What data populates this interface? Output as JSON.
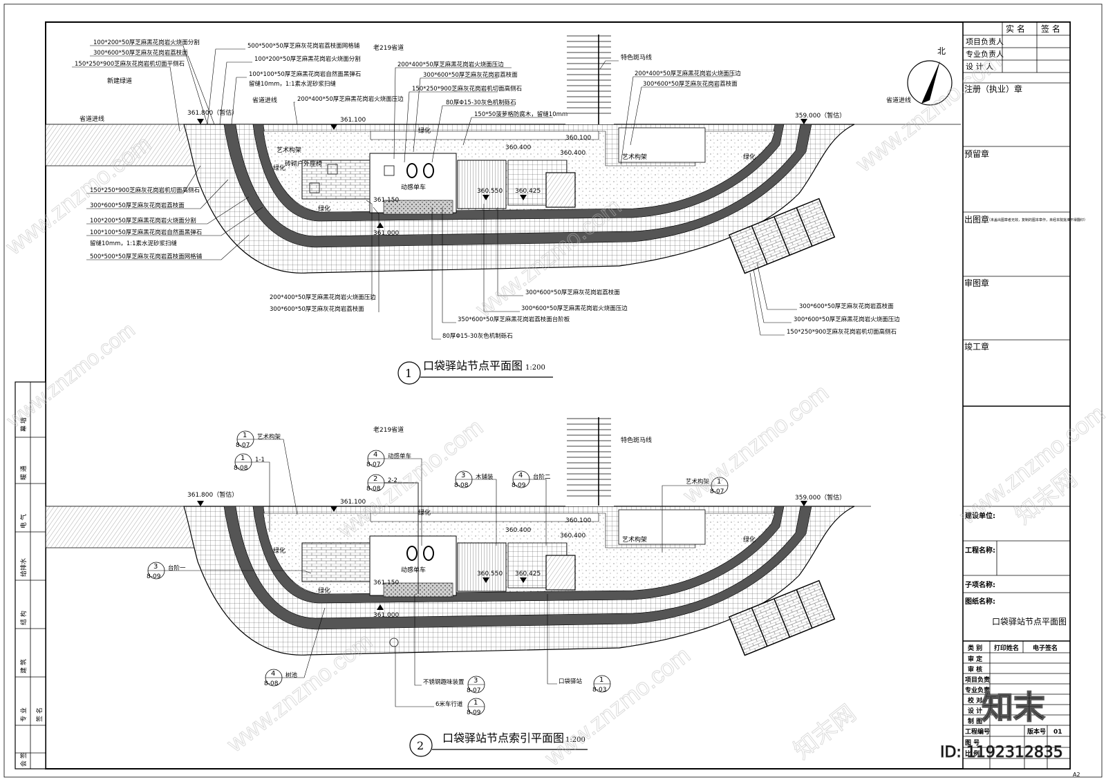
{
  "titles": {
    "plan1": "口袋驿站节点平面图",
    "plan1_num": "1",
    "plan1_scale": "1:200",
    "plan2": "口袋驿站节点索引平面图",
    "plan2_num": "2",
    "plan2_scale": "1:200"
  },
  "road_label": "老219省道",
  "north": "北",
  "plan1": {
    "elevations": [
      "361.800（暂估）",
      "361.100",
      "359.000（暂估）",
      "361.150",
      "361.000",
      "360.550",
      "360.425",
      "360.100",
      "360.400",
      "360.400"
    ],
    "labels": [
      "省道进线",
      "新建绿道",
      "省道进线",
      "省道进线",
      "特色斑马线",
      "绿化",
      "绿化",
      "绿化",
      "绿化",
      "艺术构架",
      "艺术构架",
      "动感单车",
      "砖砌户外座椅"
    ],
    "left_callouts": [
      "100*200*50厚芝麻黑花岗岩火烧面分割",
      "300*600*50厚芝麻灰花岗岩荔枝面",
      "150*250*900芝麻灰花岗岩机切面平侧石",
      "500*500*50厚芝麻灰花岗岩荔枝面网格铺",
      "100*200*50厚芝麻黑花岗岩火烧面分割",
      "100*100*50厚芝麻黑花岗岩自然面黑弹石",
      "留缝10mm，1:1素水泥砂浆扫缝",
      "200*400*50厚芝麻黑花岗岩火烧面压边",
      "150*250*900芝麻灰花岗岩机切面高侧石",
      "300*600*50厚芝麻灰花岗岩荔枝面",
      "100*200*50厚芝麻黑花岗岩火烧面分割",
      "100*100*50厚芝麻黑花岗岩自然面黑弹石",
      "留缝10mm，1:1素水泥砂浆扫缝",
      "500*500*50厚芝麻灰花岗岩荔枝面网格铺"
    ],
    "top_callouts": [
      "200*400*50厚芝麻黑花岗岩火烧面压边",
      "300*600*50厚芝麻灰花岗岩荔枝面",
      "150*250*900芝麻灰花岗岩机切面高侧石",
      "80厚Φ15-30灰色机制砾石",
      "150*50菠萝格防腐木，留缝10mm",
      "200*400*50厚芝麻黑花岗岩火烧面压边",
      "300*600*50厚芝麻灰花岗岩荔枝面"
    ],
    "bottom_callouts": [
      "200*400*50厚芝麻黑花岗岩火烧面压边",
      "300*600*50厚芝麻灰花岗岩荔枝面",
      "300*600*50厚芝麻灰花岗岩荔枝面",
      "300*600*50厚芝麻黑花岗岩火烧面压边",
      "350*600*50厚芝麻黑花岗岩荔枝面台阶板",
      "80厚Φ15-30灰色机制砾石"
    ],
    "right_callouts": [
      "300*600*50厚芝麻灰花岗岩荔枝面",
      "300*600*50厚芝麻黑花岗岩火烧面压边",
      "150*250*900芝麻灰花岗岩机切面高侧石"
    ]
  },
  "plan2": {
    "elevations": [
      "361.800（暂估）",
      "361.100",
      "359.000（暂估）",
      "361.150",
      "361.000",
      "360.550",
      "360.425",
      "360.100",
      "360.400",
      "360.400"
    ],
    "refs": [
      {
        "num": "1",
        "sheet": "8-07",
        "label": "艺术构架"
      },
      {
        "num": "1",
        "sheet": "8-08",
        "label": "1-1"
      },
      {
        "num": "4",
        "sheet": "8-07",
        "label": "动感单车"
      },
      {
        "num": "2",
        "sheet": "8-08",
        "label": "2-2"
      },
      {
        "num": "3",
        "sheet": "8-08",
        "label": "木铺装"
      },
      {
        "num": "4",
        "sheet": "8-09",
        "label": "台阶二"
      },
      {
        "num": "1",
        "sheet": "8-07",
        "label": "艺术构架"
      },
      {
        "num": "3",
        "sheet": "8-09",
        "label": "台阶一"
      },
      {
        "num": "4",
        "sheet": "8-08",
        "label": "树池"
      },
      {
        "num": "3",
        "sheet": "8-07",
        "label": "不锈钢趣味装置"
      },
      {
        "num": "1",
        "sheet": "8-09",
        "label": "6米车行道"
      },
      {
        "num": "1",
        "sheet": "8-03",
        "label": "口袋驿站"
      }
    ],
    "labels": [
      "特色斑马线",
      "绿化",
      "绿化",
      "绿化",
      "绿化",
      "艺术构架",
      "动感单车"
    ]
  },
  "title_block": {
    "header": [
      "实 名",
      "签 名"
    ],
    "roles": [
      "项目负责人",
      "专业负责人",
      "设 计 人"
    ],
    "stamps": [
      "注册（执业）章",
      "预留章",
      "出图章",
      "审图章",
      "竣工章"
    ],
    "stamp_note": "（未盖出图章者无效，复制的图本章作，未经本院批准不得翻印）",
    "build_unit": "建设单位:",
    "project_name": "工程名称:",
    "sub_item": "子项名称:",
    "drawing_name_label": "图纸名称:",
    "drawing_name": "口袋驿站节点平面图",
    "sign_header": [
      "类 别",
      "打印姓名",
      "电子签名"
    ],
    "sign_rows": [
      "审 定",
      "审 核",
      "项目负责",
      "专业负责",
      "校 对",
      "设 计",
      "制 图"
    ],
    "project_no": "工程编号",
    "version_label": "版本号",
    "version": "01",
    "sheet_no": "图 号",
    "scale": "比 例",
    "paper": "A2"
  },
  "side_strip": [
    "建 筑",
    "结 构",
    "给排水",
    "电 气",
    "暖 通",
    "幕 墙",
    "专 业",
    "签 名",
    "会 签"
  ],
  "watermark": {
    "site": "www.znzmo.com",
    "brand": "知末网",
    "logo": "知末",
    "id": "ID: 1192312835"
  }
}
